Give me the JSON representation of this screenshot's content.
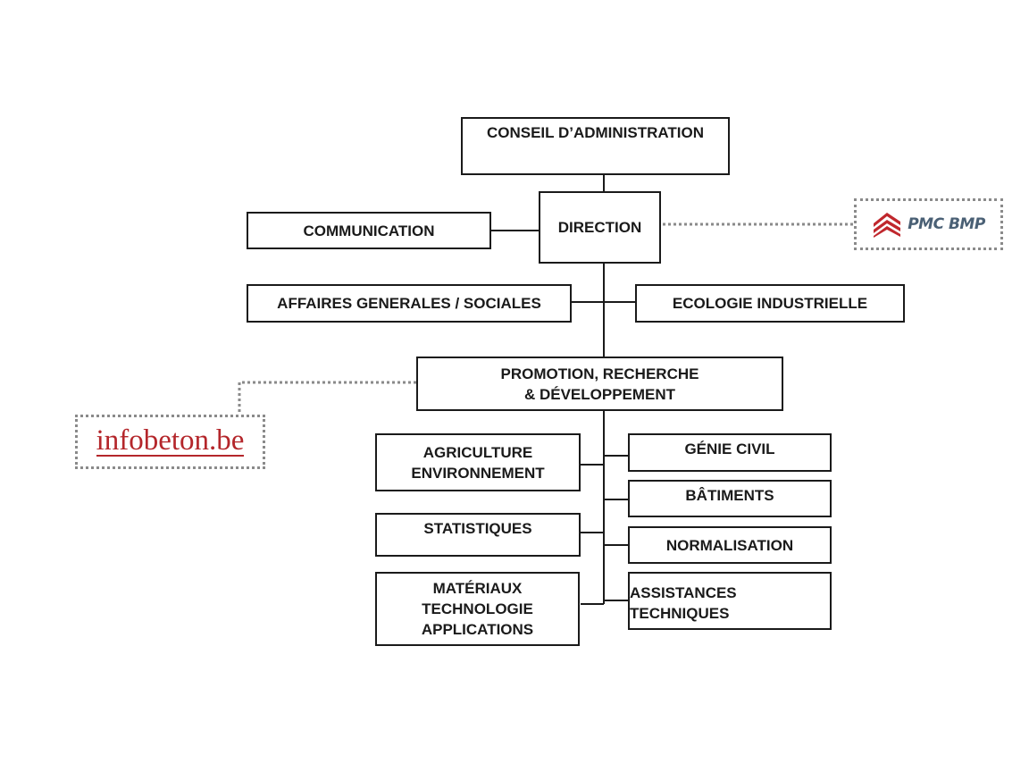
{
  "nodes": {
    "conseil": {
      "lines": [
        "CONSEIL D’ADMINISTRATION"
      ]
    },
    "direction": {
      "lines": [
        "DIRECTION"
      ]
    },
    "communication": {
      "lines": [
        "COMMUNICATION"
      ]
    },
    "affaires": {
      "lines": [
        "AFFAIRES GENERALES / SOCIALES"
      ]
    },
    "ecologie": {
      "lines": [
        "ECOLOGIE INDUSTRIELLE"
      ]
    },
    "promotion": {
      "lines": [
        "PROMOTION, RECHERCHE",
        "& DÉVELOPPEMENT"
      ]
    },
    "agriculture": {
      "lines": [
        "AGRICULTURE",
        "ENVIRONNEMENT"
      ]
    },
    "statistiques": {
      "lines": [
        "STATISTIQUES"
      ]
    },
    "materiaux": {
      "lines": [
        "MATÉRIAUX",
        "TECHNOLOGIE",
        "APPLICATIONS"
      ]
    },
    "genie": {
      "lines": [
        "GÉNIE CIVIL"
      ]
    },
    "batiments": {
      "lines": [
        "BÂTIMENTS"
      ]
    },
    "normalisation": {
      "lines": [
        "NORMALISATION"
      ]
    },
    "assistances": {
      "lines": [
        "ASSISTANCES",
        "TECHNIQUES"
      ]
    }
  },
  "logos": {
    "pmc": {
      "text": "PMC BMP",
      "color": "#4a6075",
      "mark_color": "#c0272d"
    },
    "infobeton": {
      "text": "infobeton.be",
      "color": "#b4262b"
    }
  },
  "colors": {
    "line": "#1a1a1a",
    "dotted": "#8a8a8a"
  }
}
